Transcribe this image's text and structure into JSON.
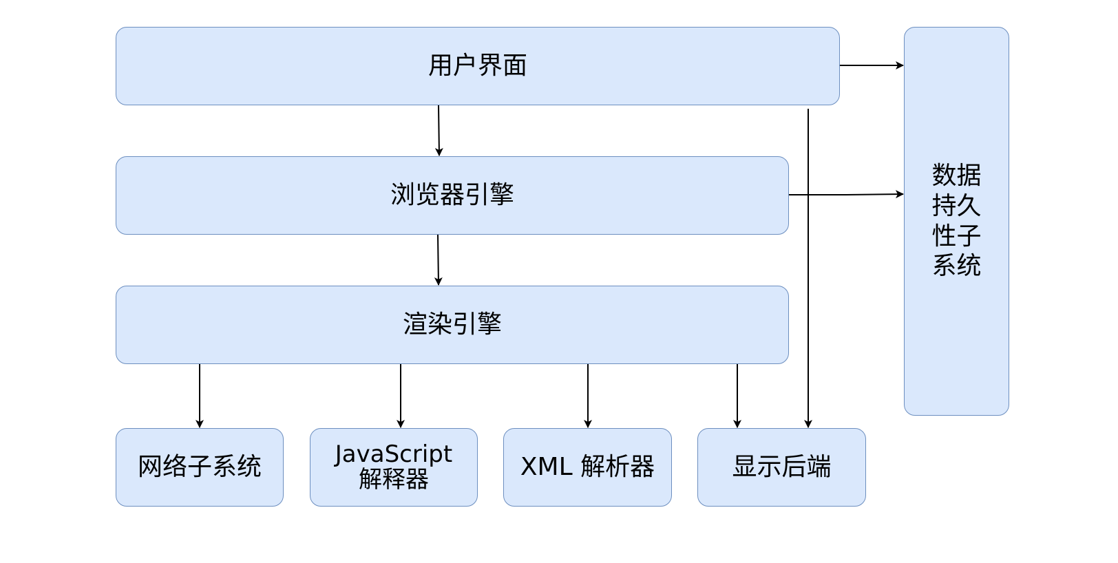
{
  "diagram": {
    "nodes": {
      "ui": "用户界面",
      "browser_engine": "浏览器引擎",
      "rendering_engine": "渲染引擎",
      "networking": "网络子系统",
      "js_interpreter_line1": "JavaScript",
      "js_interpreter_line2": "解释器",
      "xml_parser": "XML 解析器",
      "display_backend": "显示后端",
      "data_persistence": "数据持久性子系统"
    },
    "edges": [
      {
        "from": "ui",
        "to": "browser_engine"
      },
      {
        "from": "ui",
        "to": "data_persistence"
      },
      {
        "from": "ui",
        "to": "display_backend"
      },
      {
        "from": "browser_engine",
        "to": "rendering_engine"
      },
      {
        "from": "browser_engine",
        "to": "data_persistence"
      },
      {
        "from": "rendering_engine",
        "to": "networking"
      },
      {
        "from": "rendering_engine",
        "to": "js_interpreter"
      },
      {
        "from": "rendering_engine",
        "to": "xml_parser"
      },
      {
        "from": "rendering_engine",
        "to": "display_backend"
      }
    ],
    "colors": {
      "node_fill": "#dae8fc",
      "node_stroke": "#6c8ebf",
      "edge": "#000000"
    }
  }
}
